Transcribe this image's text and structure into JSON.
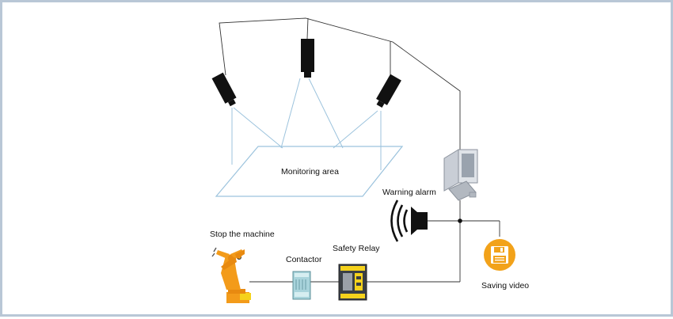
{
  "labels": {
    "monitoring_area": "Monitoring area",
    "warning_alarm": "Warning alarm",
    "stop_machine": "Stop the machine",
    "contactor": "Contactor",
    "safety_relay": "Safety Relay",
    "saving_video": "Saving video"
  },
  "icons": [
    "camera-icon",
    "computer-icon",
    "speaker-icon",
    "floppy-disk-icon",
    "robot-arm-icon",
    "contactor-icon",
    "safety-relay-icon"
  ],
  "colors": {
    "accent_orange": "#f2a21a",
    "field_of_view": "#9cc3dd",
    "wire": "#333333",
    "frame": "#b9c7d6"
  }
}
